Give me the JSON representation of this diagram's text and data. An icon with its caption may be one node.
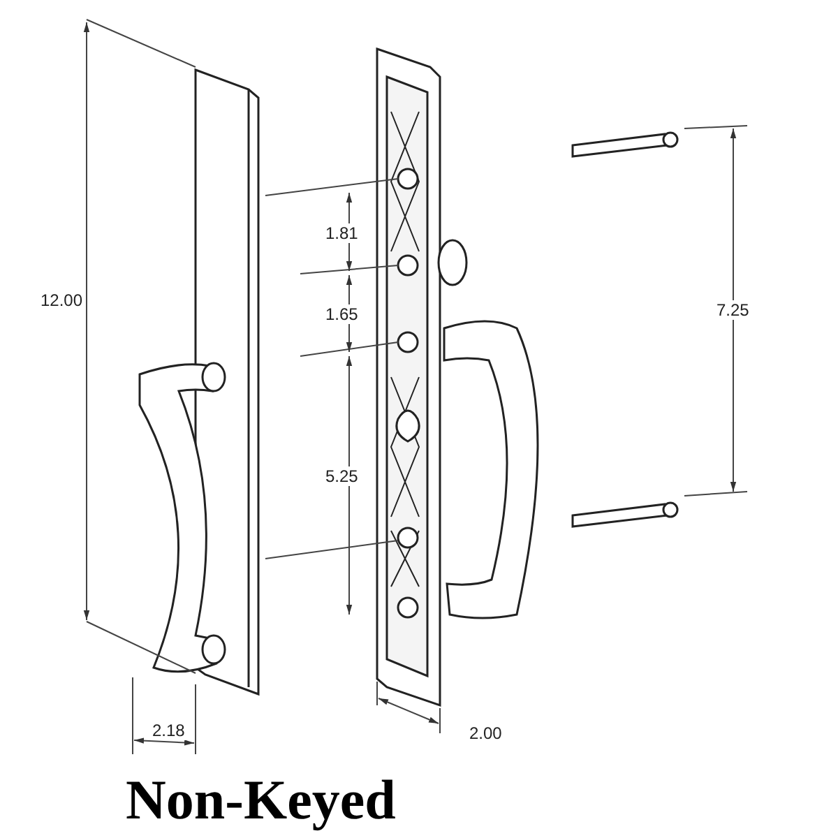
{
  "diagram": {
    "caption": "Non-Keyed",
    "labels": [
      "1.81",
      "12.00",
      "1.65",
      "7.25",
      "5.25",
      "2.18",
      "2.00"
    ]
  }
}
